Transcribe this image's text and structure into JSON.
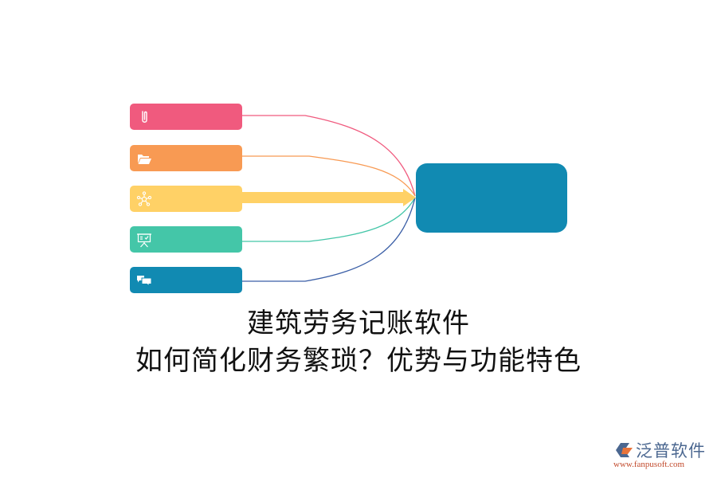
{
  "diagram": {
    "type": "fan-in mind map",
    "colors": {
      "pink": "#f05a7e",
      "orange": "#f89a53",
      "yellow": "#ffd166",
      "teal": "#44c6a8",
      "blue": "#118ab2",
      "line_blue": "#3a5ea6",
      "hub": "#118ab2"
    },
    "nodes": [
      {
        "id": "node-1",
        "icon": "paperclip-icon",
        "color": "#f05a7e",
        "label": ""
      },
      {
        "id": "node-2",
        "icon": "folder-open-icon",
        "color": "#f89a53",
        "label": ""
      },
      {
        "id": "node-3",
        "icon": "network-nodes-icon",
        "color": "#ffd166",
        "label": ""
      },
      {
        "id": "node-4",
        "icon": "presentation-board-icon",
        "color": "#44c6a8",
        "label": ""
      },
      {
        "id": "node-5",
        "icon": "chat-bubbles-icon",
        "color": "#118ab2",
        "label": ""
      }
    ],
    "hub": {
      "label": "",
      "color": "#118ab2"
    }
  },
  "title": {
    "line1": "建筑劳务记账软件",
    "line2": "如何简化财务繁琐？优势与功能特色"
  },
  "watermark": {
    "name": "泛普软件",
    "url": "www.fanpusoft.com"
  }
}
